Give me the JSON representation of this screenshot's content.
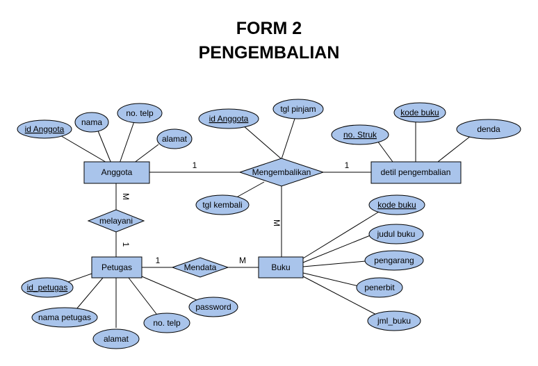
{
  "title": {
    "line1": "FORM 2",
    "line2": "PENGEMBALIAN"
  },
  "colors": {
    "fill": "#a9c4eb",
    "stroke": "#000000"
  },
  "entities": {
    "anggota": "Anggota",
    "detil": "detil pengembalian",
    "petugas": "Petugas",
    "buku": "Buku"
  },
  "relationships": {
    "mengembalikan": "Mengembalikan",
    "melayani": "melayani",
    "mendata": "Mendata"
  },
  "attributes": {
    "anggota": {
      "id": "id Anggota",
      "nama": "nama",
      "telp": "no. telp",
      "alamat": "alamat"
    },
    "mengembalikan": {
      "id_anggota": "id Anggota",
      "tgl_pinjam": "tgl pinjam",
      "tgl_kembali": "tgl kembali"
    },
    "detil": {
      "kode_buku": "kode buku",
      "no_struk": "no. Struk",
      "denda": "denda"
    },
    "buku": {
      "kode_buku": "kode buku",
      "judul_buku": "judul buku",
      "pengarang": "pengarang",
      "penerbit": "penerbit",
      "jml_buku": "jml_buku"
    },
    "petugas": {
      "id": "id_petugas",
      "nama": "nama petugas",
      "alamat": "alamat",
      "telp": "no. telp",
      "password": "password"
    }
  },
  "cardinalities": {
    "anggota_mengembalikan": "1",
    "mengembalikan_detil": "1",
    "mengembalikan_buku": "M",
    "anggota_melayani": "M",
    "melayani_petugas": "1",
    "petugas_mendata": "1",
    "mendata_buku": "M"
  }
}
